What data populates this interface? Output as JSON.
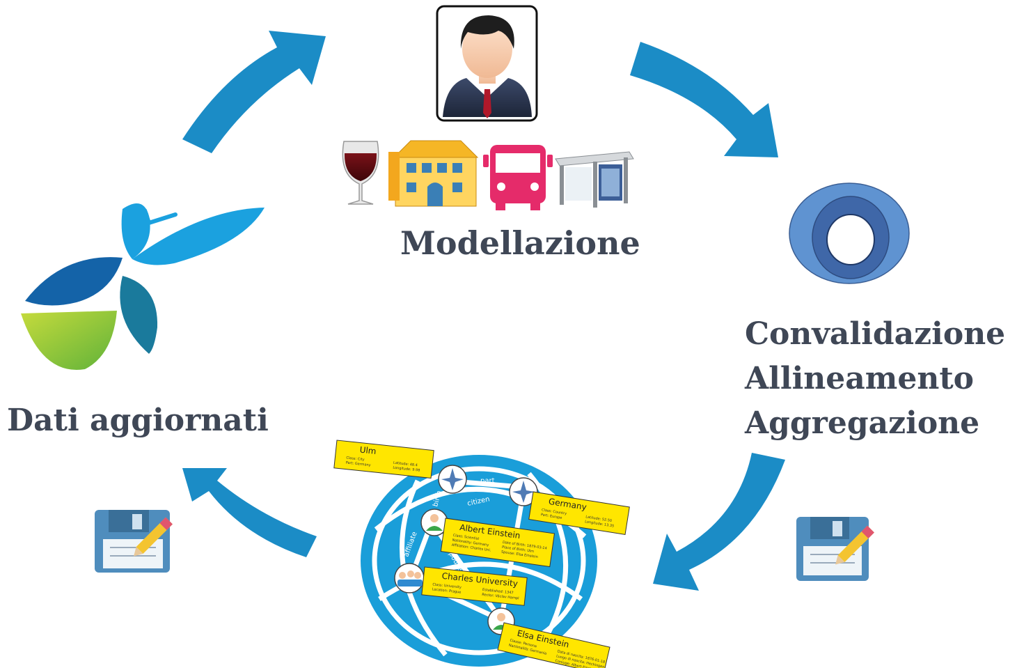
{
  "steps": {
    "modeling": {
      "label": "Modellazione"
    },
    "validation": {
      "lines": [
        "Convalidazione",
        "Allineamento",
        "Aggregazione"
      ]
    },
    "updated": {
      "label": "Dati aggiornati"
    }
  },
  "graph": {
    "edges": [
      "part",
      "birth",
      "citizen",
      "affiliate",
      "spouse"
    ],
    "cards": [
      {
        "title": "Ulm",
        "tag": "location",
        "left": [
          "Class: City",
          "Part: Germany"
        ],
        "right": [
          "Latitude: 48.4",
          "Longitude: 9.98"
        ]
      },
      {
        "title": "Germany",
        "tag": "location",
        "left": [
          "Class: Country",
          "Part: Europe"
        ],
        "right": [
          "Latitude: 52.50",
          "Longitude: 13.35"
        ]
      },
      {
        "title": "Albert Einstein",
        "tag": "Person",
        "left": [
          "Class: Scientist",
          "Nationality: Germany",
          "Affiliation: Charles Uni."
        ],
        "right": [
          "Date of Birth: 1879-03-14",
          "Place of Birth: Ulm",
          "Spouse: Elsa Einstein"
        ]
      },
      {
        "title": "Charles University",
        "tag": "Org",
        "left": [
          "Class: University",
          "Location: Prague"
        ],
        "right": [
          "Established: 1347",
          "Rector: Václav Hampl"
        ]
      },
      {
        "title": "Elsa Einstein",
        "tag": "Person",
        "left": [
          "Classe: Persona",
          "Nazionalità: Germania"
        ],
        "right": [
          "Data di nascita: 1876-01-18",
          "Luogo di nascita: Hechingen",
          "Coniuge: Albert Einstein"
        ]
      }
    ]
  },
  "colors": {
    "arrow": "#1b8cc6",
    "label": "#3f4756",
    "card": "#ffe600",
    "globe": "#1a9ed9",
    "ellipse_outer": "#5f93d1",
    "ellipse_inner": "#3f67a8"
  },
  "icons": {
    "person": "person-avatar-icon",
    "wine": "wine-glass-icon",
    "hotel": "hotel-icon",
    "bus": "bus-icon",
    "bus_stop": "bus-stop-icon",
    "ontology": "nested-ellipse-icon",
    "save_edit": "save-edit-icon",
    "logo": "firefly-logo"
  }
}
